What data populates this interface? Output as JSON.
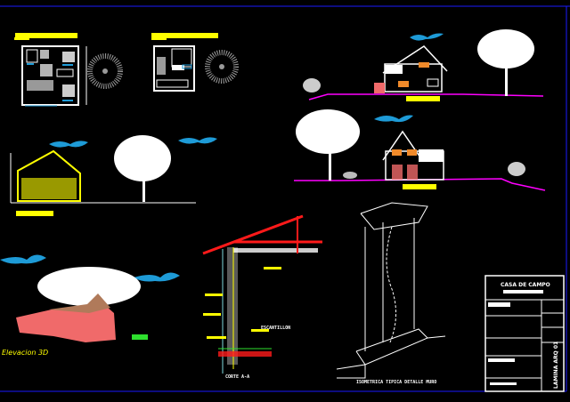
{
  "drawing": {
    "title_block": {
      "project": "CASA DE CAMPO",
      "sheet": "LAMINA ARQ 01"
    },
    "labels": {
      "escantillon": "ESCANTILLON",
      "corte": "CORTE A-A",
      "isometrica": "ISOMETRICA TIPICA DETALLE MURO",
      "elevacion_3d": "Elevacion 3D"
    },
    "colors": {
      "background": "#000000",
      "frame": "#1a1aff",
      "title_bars": "#ffff00",
      "terrain": "#ff00ff",
      "clouds": "#1e9bd7",
      "roof_structure": "#ff1a1a",
      "house_3d": "#f06a6a",
      "windows": "#f08a2a"
    }
  }
}
